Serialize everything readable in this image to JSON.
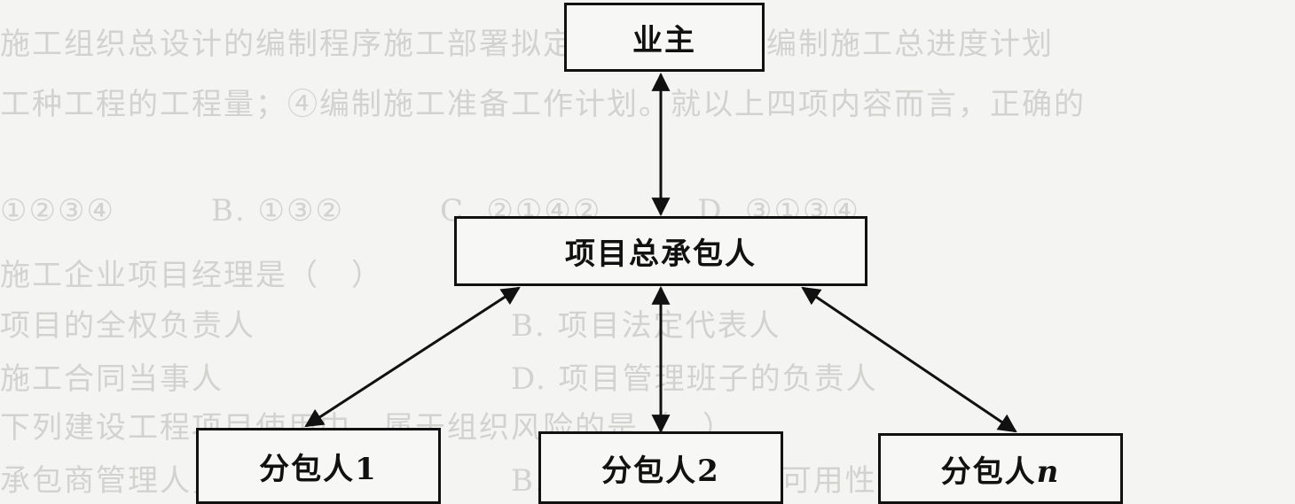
{
  "nodes": {
    "owner": "业主",
    "general_contractor": "项目总承包人",
    "sub1": "分包人1",
    "sub2": "分包人2",
    "subn_prefix": "分包人",
    "subn_suffix": "n"
  },
  "colors": {
    "line": "#111111",
    "box_border": "#111111",
    "background": "#f4f4f2",
    "bleed_text": "#d2d2cf"
  }
}
